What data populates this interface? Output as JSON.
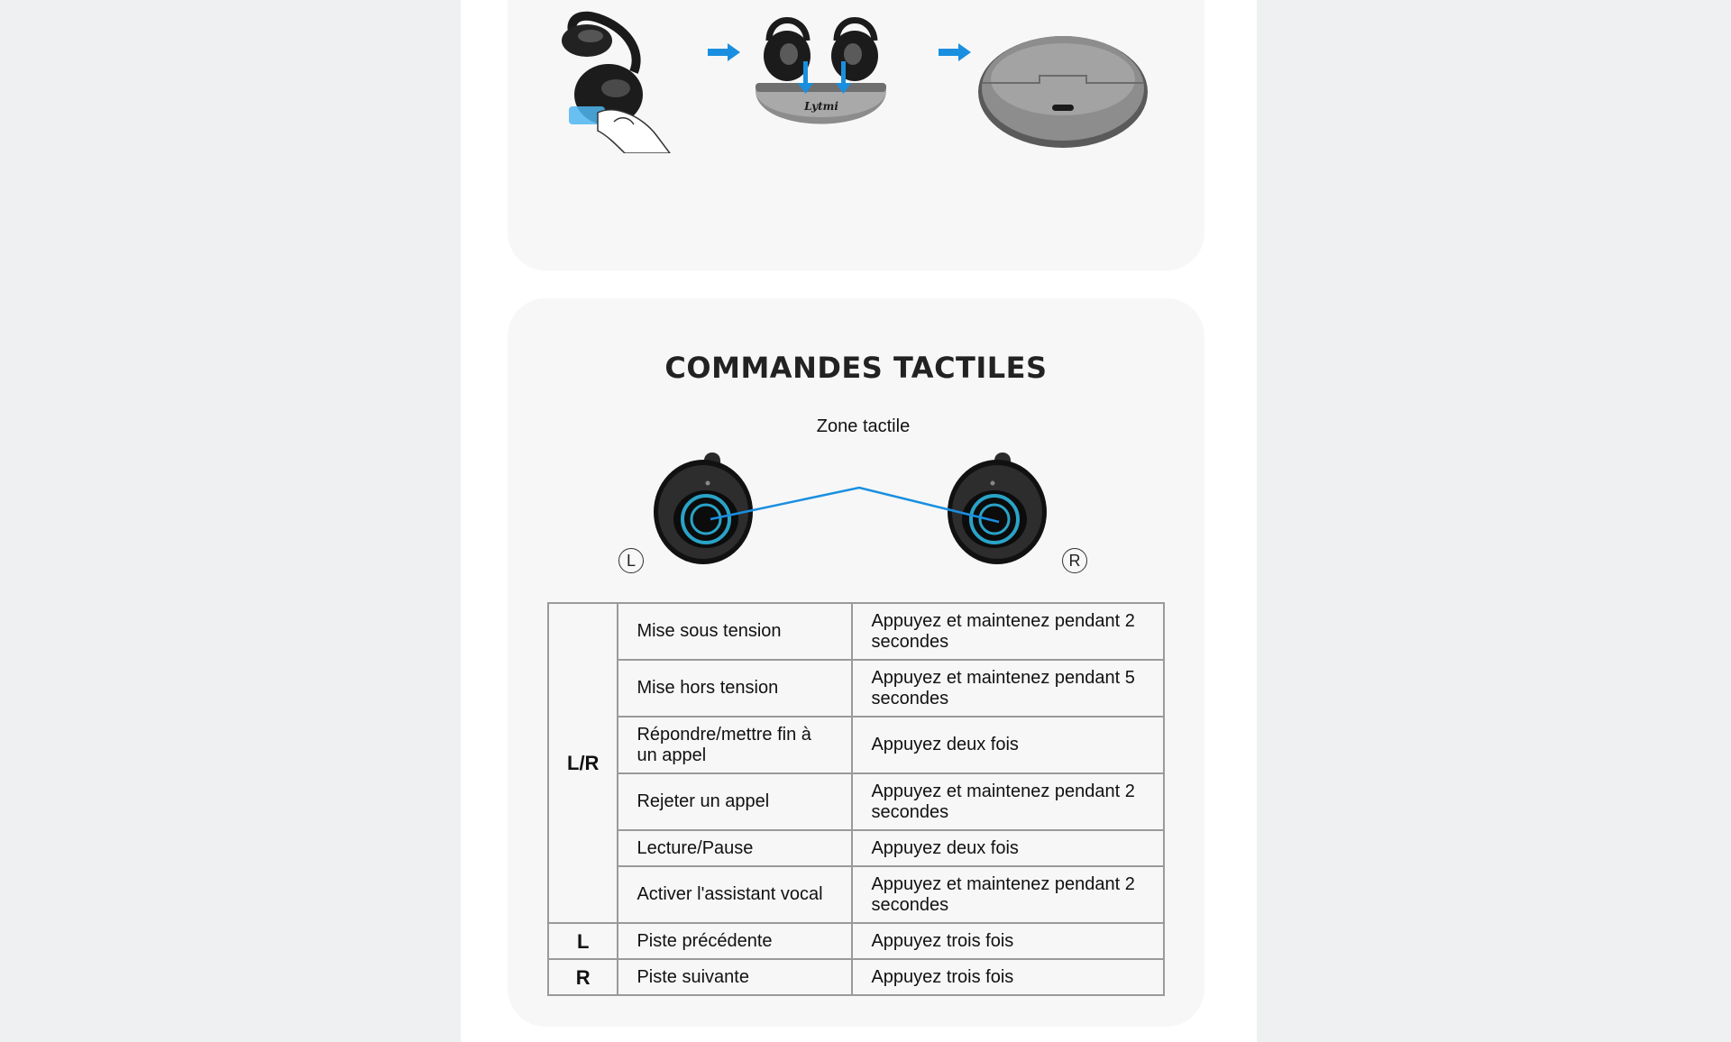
{
  "top_illustration": {
    "brand": "Lytmi"
  },
  "section": {
    "title": "COMMANDES TACTILES",
    "zone_label": "Zone tactile",
    "left_mark": "L",
    "right_mark": "R"
  },
  "table": {
    "rows": [
      {
        "key": "L/R",
        "action": "Mise sous tension",
        "how": "Appuyez et maintenez pendant 2 secondes"
      },
      {
        "key": "L/R",
        "action": "Mise hors tension",
        "how": "Appuyez et maintenez pendant 5 secondes"
      },
      {
        "key": "L/R",
        "action": "Répondre/mettre fin à un appel",
        "how": "Appuyez deux fois"
      },
      {
        "key": "L/R",
        "action": "Rejeter un appel",
        "how": "Appuyez et maintenez pendant 2 secondes"
      },
      {
        "key": "L/R",
        "action": "Lecture/Pause",
        "how": "Appuyez deux fois"
      },
      {
        "key": "L/R",
        "action": "Activer l'assistant vocal",
        "how": "Appuyez et maintenez pendant 2 secondes"
      },
      {
        "key": "L",
        "action": "Piste précédente",
        "how": "Appuyez trois fois"
      },
      {
        "key": "R",
        "action": "Piste suivante",
        "how": "Appuyez trois fois"
      }
    ]
  },
  "colors": {
    "page_bg": "#eff0f2",
    "card_bg": "#f7f7f7",
    "accent_blue": "#1a8fe0",
    "table_border": "#9a9a9a"
  }
}
